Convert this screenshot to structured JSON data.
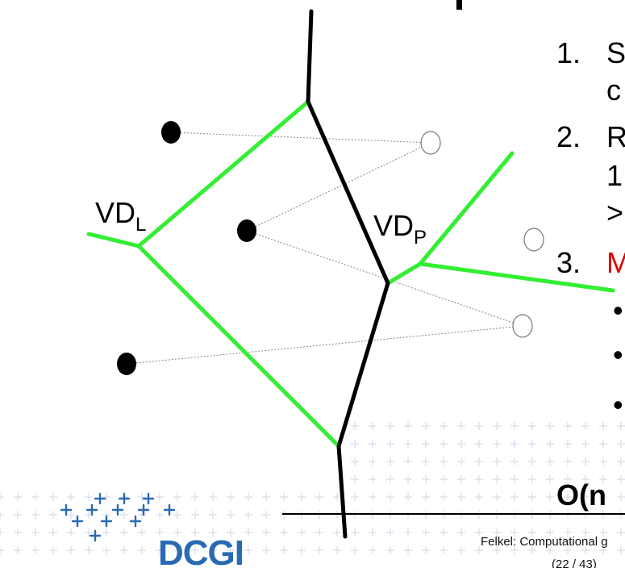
{
  "diagram": {
    "labels": {
      "vdl_base": "VD",
      "vdl_sub": "L",
      "vdp_base": "VD",
      "vdp_sub": "P"
    },
    "colors": {
      "left_diagram": "#33ee33",
      "right_diagram": "#33ee33",
      "merge_chain": "#000000",
      "site_fill": "#000000",
      "guide_line": "#888888"
    }
  },
  "slide_text": {
    "item1_num": "1.",
    "item1_line1": "S",
    "item1_line2": "c",
    "item2_num": "2.",
    "item2_line1": "R",
    "item2_line2": "1",
    "item2_line3": ">",
    "item3_num": "3.",
    "item3_line1": "M",
    "bullets": [
      "•",
      "•",
      "•"
    ],
    "complexity": "O(n",
    "footer": "Felkel: Computational g",
    "page_number": "(22 / 43)"
  },
  "logo": {
    "text": "DCGI",
    "color": "#2a6ab3"
  }
}
